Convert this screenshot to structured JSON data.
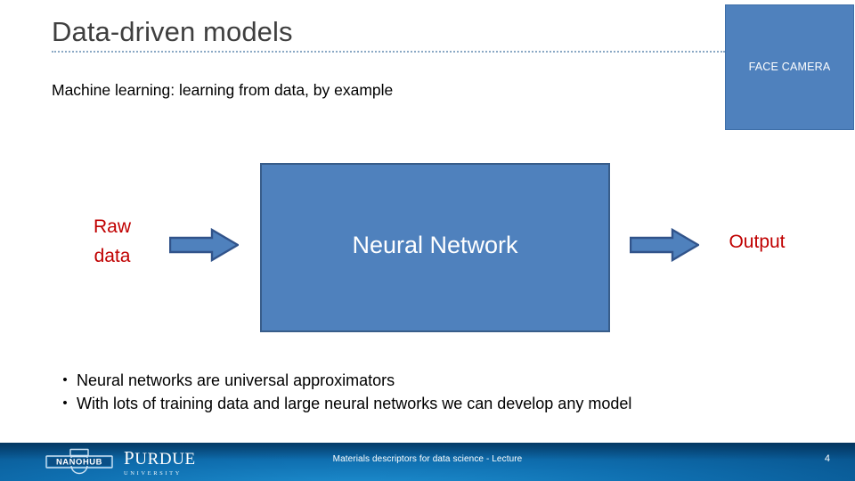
{
  "slide": {
    "title": "Data-driven models",
    "subtitle": "Machine learning: learning from data, by example",
    "accent_color": "#4f81bd",
    "accent_border_color": "#385d8a",
    "title_color": "#3f3f3f",
    "highlight_text_color": "#c00000",
    "rule_color": "#8aa8c4"
  },
  "face_camera": {
    "label": "FACE CAMERA",
    "fill": "#4f81bd"
  },
  "diagram": {
    "input_label": "Raw\ndata",
    "input_label_line1": "Raw",
    "input_label_line2": "data",
    "arrow_1_name": "right-arrow-icon",
    "box_label": "Neural Network",
    "arrow_2_name": "right-arrow-icon",
    "output_label": "Output"
  },
  "bullets": [
    {
      "marker": "•",
      "text": "Neural networks are universal approximators"
    },
    {
      "marker": "•",
      "text": "With lots of training data and large neural networks we can develop any model"
    }
  ],
  "footer": {
    "nanohub_text": "NANOHUB",
    "purdue_name_initial": "P",
    "purdue_name_rest": "URDUE",
    "purdue_subtitle": "UNIVERSITY",
    "center_text": "Materials descriptors for data science - Lecture",
    "page_number": "4"
  }
}
